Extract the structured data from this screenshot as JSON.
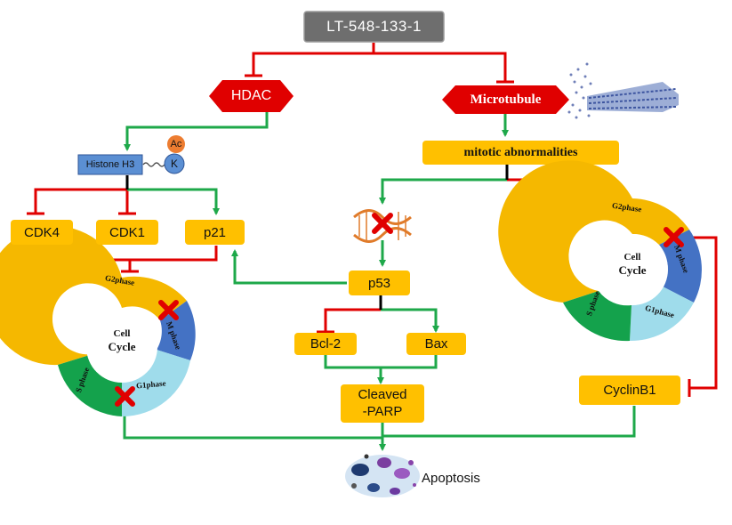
{
  "compound": "LT-548-133-1",
  "targets": {
    "hdac": "HDAC",
    "microtubule": "Microtubule"
  },
  "histone": {
    "label": "Histone H3",
    "ac": "Ac",
    "k": "K"
  },
  "mitotic": "mitotic abnormalities",
  "left_proteins": {
    "cdk4": "CDK4",
    "cdk1": "CDK1",
    "p21": "p21"
  },
  "p53": "p53",
  "bcl2": "Bcl-2",
  "bax": "Bax",
  "parp": {
    "line1": "Cleaved",
    "line2": "-PARP"
  },
  "cyclinb1": "CyclinB1",
  "apoptosis": "Apoptosis",
  "cell_cycle": {
    "line1": "Cell",
    "line2": "Cycle",
    "phases": {
      "g2": "G2phase",
      "m": "M phase",
      "g1": "G1phase",
      "s": "S phase"
    }
  },
  "colors": {
    "inhibit": "#E00000",
    "activate": "#1EA84A",
    "yellow_box": "#FFC000",
    "g2": "#F5B800",
    "m": "#4472C4",
    "g1": "#9FDCEB",
    "s": "#14A24C",
    "compound_box": "#6E6E6E"
  }
}
